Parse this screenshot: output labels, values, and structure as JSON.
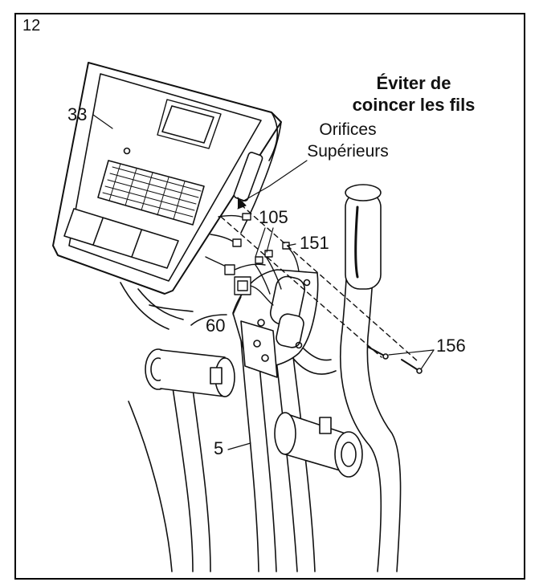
{
  "step_number": "12",
  "warning": {
    "line1": "Éviter de",
    "line2": "coincer les fils"
  },
  "callouts": {
    "holes_line1": "Orifices",
    "holes_line2": "Supérieurs",
    "part_33": "33",
    "part_105": "105",
    "part_151": "151",
    "part_60": "60",
    "part_156": "156",
    "part_5": "5"
  },
  "colors": {
    "line": "#111111",
    "fill": "#ffffff",
    "shade": "#d0d0d0"
  }
}
